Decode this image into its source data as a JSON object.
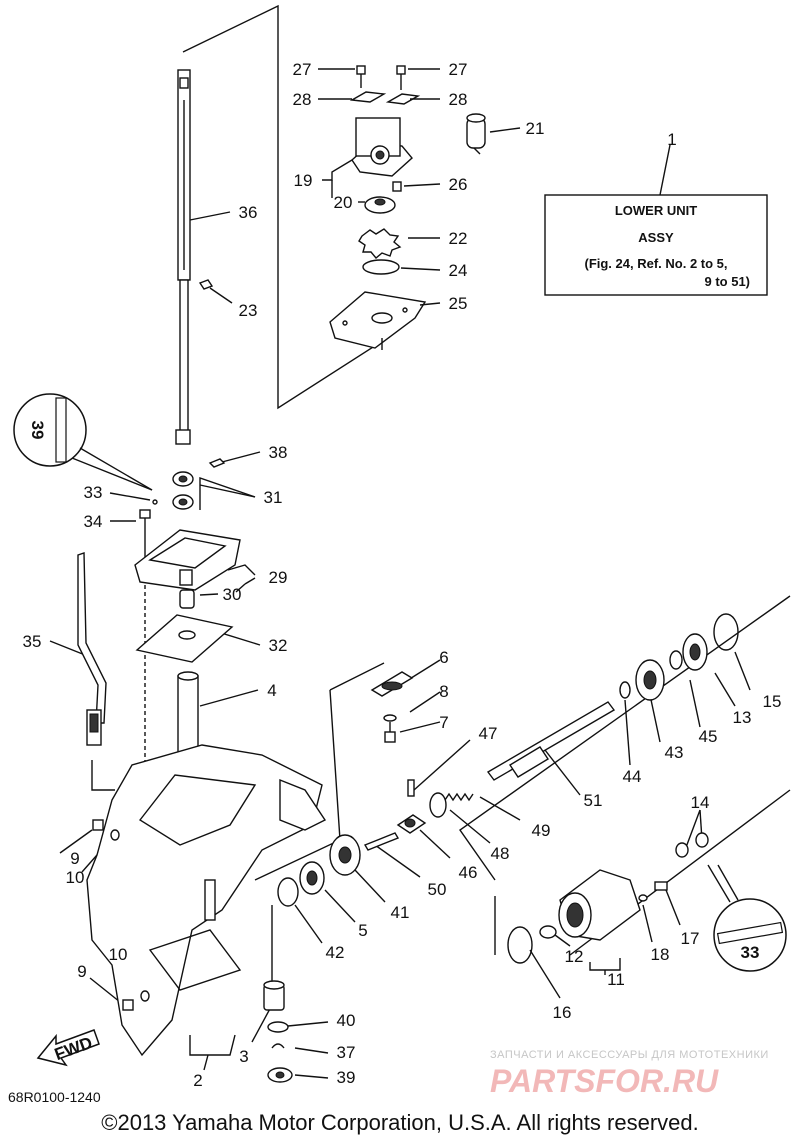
{
  "callouts": [
    "27",
    "27",
    "28",
    "28",
    "21",
    "19",
    "26",
    "20",
    "22",
    "24",
    "25",
    "36",
    "23",
    "38",
    "33",
    "31",
    "34",
    "29",
    "30",
    "32",
    "35",
    "6",
    "8",
    "7",
    "4",
    "47",
    "15",
    "13",
    "45",
    "43",
    "44",
    "51",
    "49",
    "48",
    "46",
    "50",
    "41",
    "5",
    "42",
    "9",
    "10",
    "14",
    "17",
    "18",
    "11",
    "12",
    "16",
    "10",
    "9",
    "40",
    "37",
    "39",
    "3",
    "2",
    "1"
  ],
  "info_box": {
    "line1": "LOWER UNIT",
    "line2": "ASSY",
    "line3": "(Fig. 24, Ref. No. 2 to 5,",
    "line4": "9 to 51)"
  },
  "badge_left": "39",
  "badge_right": "33",
  "fwd_label": "FWD",
  "diagram_code": "68R0100-1240",
  "copyright": "©2013 Yamaha Motor Corporation, U.S.A. All rights reserved.",
  "watermark_line1": "ЗАПЧАСТИ И АКСЕССУАРЫ ДЛЯ МОТОТЕХНИКИ",
  "watermark_line2": "PARTSFOR.RU"
}
